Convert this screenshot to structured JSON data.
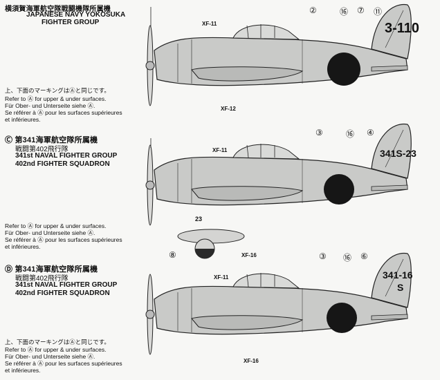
{
  "section_b": {
    "title_jp": "横須賀海軍航空隊戦闘機隊所属機",
    "title_en_1": "JAPANESE NAVY YOKOSUKA",
    "title_en_2": "FIGHTER GROUP",
    "note_jp": "上、下面のマーキングはⒶと同じです。",
    "note_en": "Refer to Ⓐ for upper & under surfaces.",
    "note_de": "Für Ober- und Unterseite siehe Ⓐ.",
    "note_fr_1": "Se référer à Ⓐ pour les surfaces supérieures",
    "note_fr_2": "et inférieures.",
    "tail_code": "3-110",
    "part_top": "XF-11",
    "part_bottom": "XF-12",
    "callouts": [
      "②",
      "⑯",
      "⑦",
      "⑪"
    ]
  },
  "section_c": {
    "marker": "Ⓒ",
    "title_jp": "第341海軍航空隊所属機",
    "sub_jp": "戦闘第402飛行隊",
    "title_en_1": "341st NAVAL FIGHTER GROUP",
    "title_en_2": "402nd FIGHTER SQUADRON",
    "note_en": "Refer to Ⓐ for upper & under surfaces.",
    "note_de": "Für Ober- und Unterseite siehe Ⓐ.",
    "note_fr_1": "Se référer à Ⓐ pour les surfaces supérieures",
    "note_fr_2": "et inférieures.",
    "tail_code": "341S-23",
    "gear_code": "23",
    "part_top": "XF-11",
    "part_bottom": "XF-16",
    "callouts": [
      "③",
      "⑯",
      "④",
      "⑧"
    ]
  },
  "section_d": {
    "marker": "Ⓓ",
    "title_jp": "第341海軍航空隊所属機",
    "sub_jp": "戦闘第402飛行隊",
    "title_en_1": "341st NAVAL FIGHTER GROUP",
    "title_en_2": "402nd FIGHTER SQUADRON",
    "note_jp": "上、下面のマーキングはⒶと同じです。",
    "note_en": "Refer to Ⓐ for upper & under surfaces.",
    "note_de": "Für Ober- und Unterseite siehe Ⓐ.",
    "note_fr_1": "Se référer à Ⓐ pour les surfaces supérieures",
    "note_fr_2": "et inférieures.",
    "tail_code_1": "341-16",
    "tail_code_2": "S",
    "part_top": "XF-11",
    "part_bottom": "XF-16",
    "callouts": [
      "③",
      "⑯",
      "⑥"
    ]
  },
  "colors": {
    "aircraft_gray": "#c9cac8",
    "hinomaru": "#161616",
    "line": "#222222"
  }
}
